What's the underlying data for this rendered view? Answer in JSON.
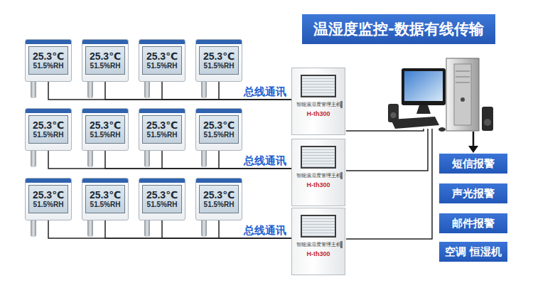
{
  "diagram": {
    "title": "温湿度监控-数据有线传输",
    "nodes": [
      {
        "text": [
          "25.3℃",
          "51.5%RH"
        ]
      },
      {
        "text": [
          "25.3℃",
          "51.5%RH"
        ]
      },
      {
        "text": [
          "25.3℃",
          "51.5%RH"
        ]
      },
      {
        "text": [
          "25.3℃",
          "51.5%RH"
        ]
      },
      {
        "text": [
          "25.3℃",
          "51.5%RH"
        ]
      },
      {
        "text": [
          "25.3℃",
          "51.5%RH"
        ]
      },
      {
        "text": [
          "25.3℃",
          "51.5%RH"
        ]
      },
      {
        "text": [
          "25.3℃",
          "51.5%RH"
        ]
      },
      {
        "text": [
          "25.3℃",
          "51.5%RH"
        ]
      },
      {
        "text": [
          "25.3℃",
          "51.5%RH"
        ]
      },
      {
        "text": [
          "25.3℃",
          "51.5%RH"
        ]
      },
      {
        "text": [
          "25.3℃",
          "51.5%RH"
        ]
      },
      {
        "text": [
          "智能温湿度管理主机",
          "H-th300"
        ]
      },
      {
        "text": [
          "智能温湿度管理主机",
          "H-th300"
        ]
      },
      {
        "text": [
          "智能温湿度管理主机",
          "H-th300"
        ]
      },
      {
        "text": [
          "短信报警"
        ]
      },
      {
        "text": [
          "声光报警"
        ]
      },
      {
        "text": [
          "邮件报警"
        ]
      },
      {
        "text": [
          "空调 恒湿机"
        ]
      }
    ],
    "edges": [
      {
        "from": 0,
        "to": 12,
        "arrow": "none"
      },
      {
        "from": 1,
        "to": 12,
        "arrow": "none"
      },
      {
        "from": 2,
        "to": 12,
        "arrow": "none"
      },
      {
        "from": 3,
        "to": 12,
        "label": "总线通讯",
        "arrow": "none"
      },
      {
        "from": 4,
        "to": 13,
        "arrow": "none"
      },
      {
        "from": 5,
        "to": 13,
        "arrow": "none"
      },
      {
        "from": 6,
        "to": 13,
        "arrow": "none"
      },
      {
        "from": 7,
        "to": 13,
        "label": "总线通讯",
        "arrow": "none"
      },
      {
        "from": 8,
        "to": 14,
        "arrow": "none"
      },
      {
        "from": 9,
        "to": 14,
        "arrow": "none"
      },
      {
        "from": 10,
        "to": 14,
        "arrow": "none"
      },
      {
        "from": 11,
        "to": 14,
        "label": "总线通讯",
        "arrow": "none"
      }
    ]
  }
}
